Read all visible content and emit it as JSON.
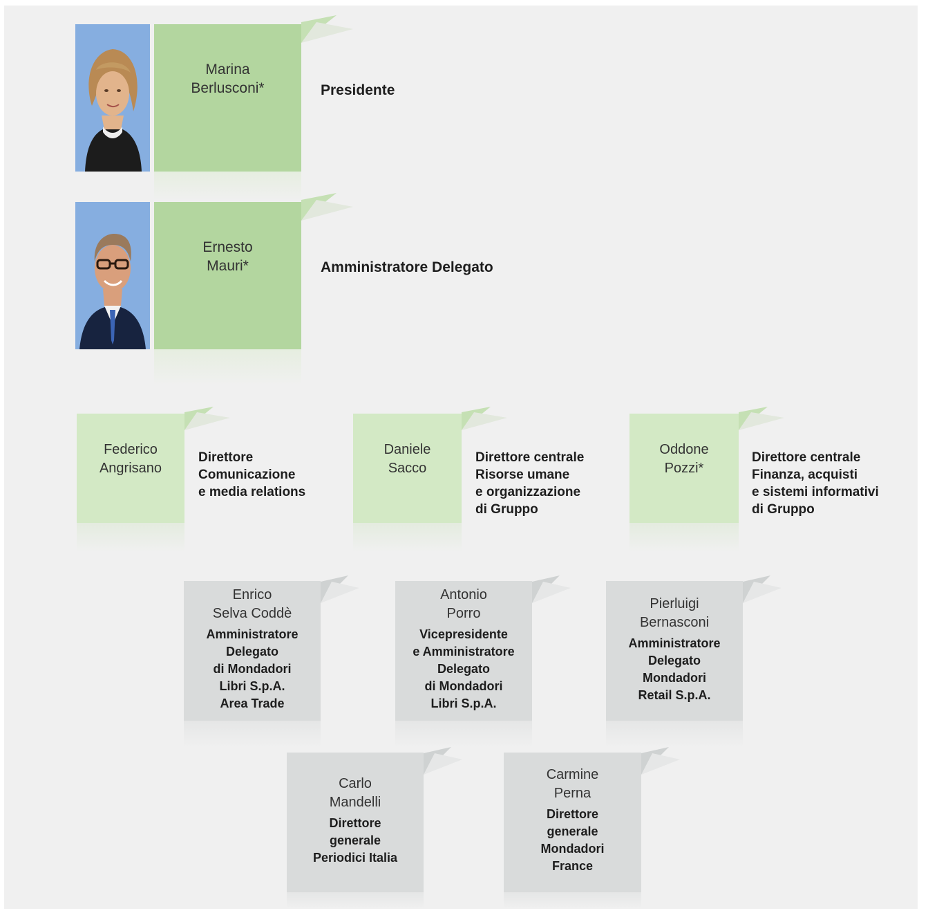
{
  "top": [
    {
      "name": "Marina\nBerlusconi*",
      "role": "Presidente",
      "photo_icon": "woman-portrait-photo"
    },
    {
      "name": "Ernesto\nMauri*",
      "role": "Amministratore Delegato",
      "photo_icon": "man-portrait-photo"
    }
  ],
  "directors": [
    {
      "name": "Federico\nAngrisano",
      "role": "Direttore\nComunicazione\ne media relations"
    },
    {
      "name": "Daniele\nSacco",
      "role": "Direttore centrale\nRisorse umane\ne organizzazione\ndi Gruppo"
    },
    {
      "name": "Oddone\nPozzi*",
      "role": "Direttore centrale\nFinanza, acquisti\ne sistemi informativi\ndi Gruppo"
    }
  ],
  "managers_row1": [
    {
      "name": "Enrico\nSelva Coddè",
      "role": "Amministratore\nDelegato\ndi Mondadori\nLibri S.p.A.\nArea Trade"
    },
    {
      "name": "Antonio\nPorro",
      "role": "Vicepresidente\ne Amministratore\nDelegato\ndi Mondadori\nLibri S.p.A."
    },
    {
      "name": "Pierluigi\nBernasconi",
      "role": "Amministratore\nDelegato\nMondadori\nRetail S.p.A."
    }
  ],
  "managers_row2": [
    {
      "name": "Carlo\nMandelli",
      "role": "Direttore\ngenerale\nPeriodici Italia"
    },
    {
      "name": "Carmine\nPerna",
      "role": "Direttore\ngenerale\nMondadori\nFrance"
    }
  ],
  "colors": {
    "green_dark": "#b3d69f",
    "green_light": "#d3e9c5",
    "grey": "#d9dbdb",
    "background": "#f0f0f0"
  }
}
